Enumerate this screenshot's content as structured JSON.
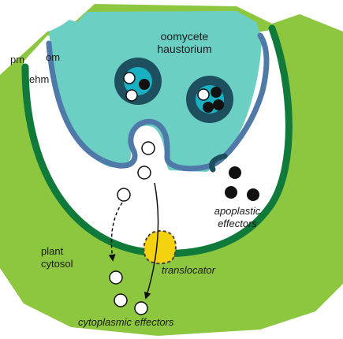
{
  "labels": {
    "pm": "pm",
    "om": "om",
    "ehm": "ehm",
    "haustorium_line1": "oomycete",
    "haustorium_line2": "haustorium",
    "apoplastic_line1": "apoplastic",
    "apoplastic_line2": "effectors",
    "plant_line1": "plant",
    "plant_line2": "cytosol",
    "translocator": "translocator",
    "cytoplasmic": "cytoplasmic effectors"
  },
  "colors": {
    "plant_green": "#8dc63f",
    "membrane_green": "#0f7a3a",
    "haustorium_teal": "#6ccfc4",
    "membrane_blue": "#4f79a8",
    "vesicle_ring": "#1e4f5e",
    "vesicle_core": "#1ab0c4",
    "translocator_yellow": "#f5d20f",
    "effector_black": "#111111",
    "effector_white": "#ffffff"
  }
}
